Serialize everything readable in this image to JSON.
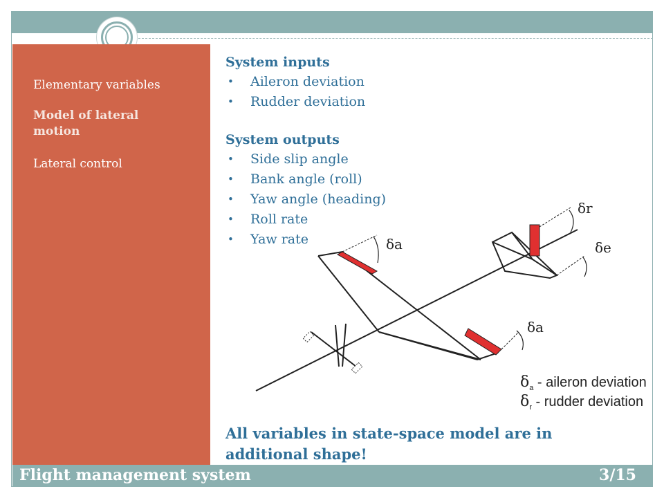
{
  "sidebar": {
    "items": [
      {
        "label": "Elementary variables"
      },
      {
        "label": "Model of lateral motion"
      },
      {
        "label": "Lateral control"
      }
    ]
  },
  "inputs": {
    "title": "System inputs",
    "items": [
      "Aileron deviation",
      "Rudder deviation"
    ]
  },
  "outputs": {
    "title": "System outputs",
    "items": [
      "Side slip angle",
      "Bank angle (roll)",
      "Yaw angle (heading)",
      "Roll rate",
      "Yaw rate"
    ]
  },
  "diagram": {
    "labels": {
      "delta_a": "δa",
      "delta_r": "δr",
      "delta_e": "δe"
    },
    "legend": [
      {
        "symbol": "δ",
        "sub": "a",
        "text": " - aileron deviation"
      },
      {
        "symbol": "δ",
        "sub": "r",
        "text": " - rudder deviation"
      }
    ],
    "colors": {
      "surface": "#e03030",
      "line": "#222222"
    }
  },
  "conclusion": "All variables in state-space model are in additional shape!",
  "footer": {
    "title": "Flight management system",
    "page": "3/15"
  }
}
